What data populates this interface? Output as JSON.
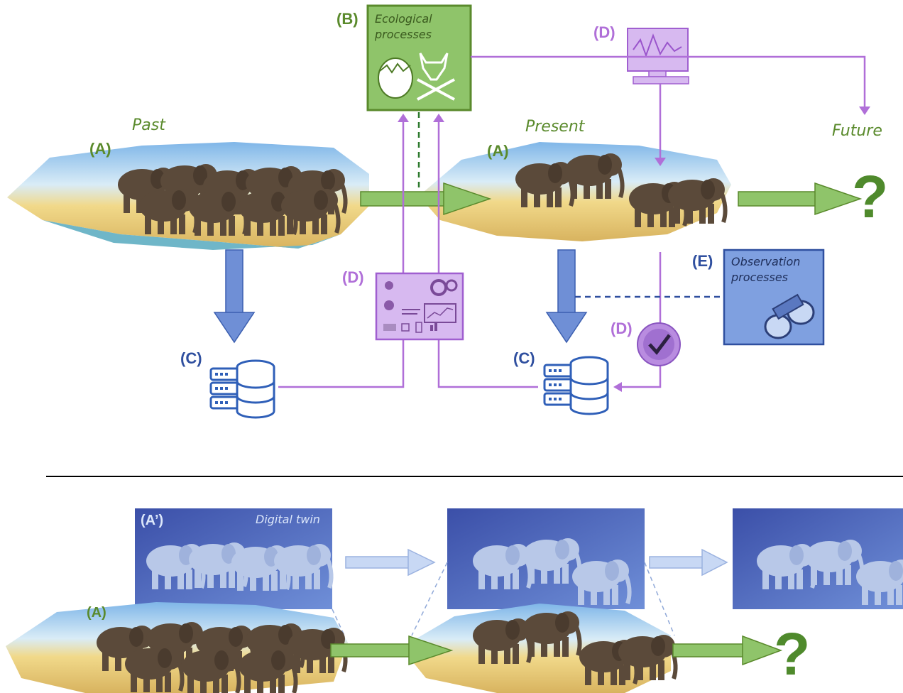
{
  "timeline": {
    "past": "Past",
    "present": "Present",
    "future": "Future"
  },
  "labels": {
    "a": "(A)",
    "a_prime": "(A’)",
    "b": "(B)",
    "c": "(C)",
    "d": "(D)",
    "e": "(E)"
  },
  "boxes": {
    "ecological": "Ecological processes",
    "observation": "Observation processes",
    "digital_twin": "Digital twin"
  },
  "symbols": {
    "unknown_future": "?"
  },
  "colors": {
    "green_arrow": "#8fc46a",
    "green_label": "#5a8a2c",
    "purple": "#b06fd8",
    "blue_arrow": "#6f8fd6",
    "blue_label": "#2f4f9f",
    "eco_box": "#8fc46a",
    "obs_box": "#7fa0e0",
    "twin_bg": "#3a58b0"
  },
  "icons": [
    "hatching-egg-icon",
    "skull-crossbones-icon",
    "monitor-chart-icon",
    "dashboard-icon",
    "database-icon",
    "checkmark-icon",
    "binoculars-icon",
    "elephant-herd-image"
  ]
}
